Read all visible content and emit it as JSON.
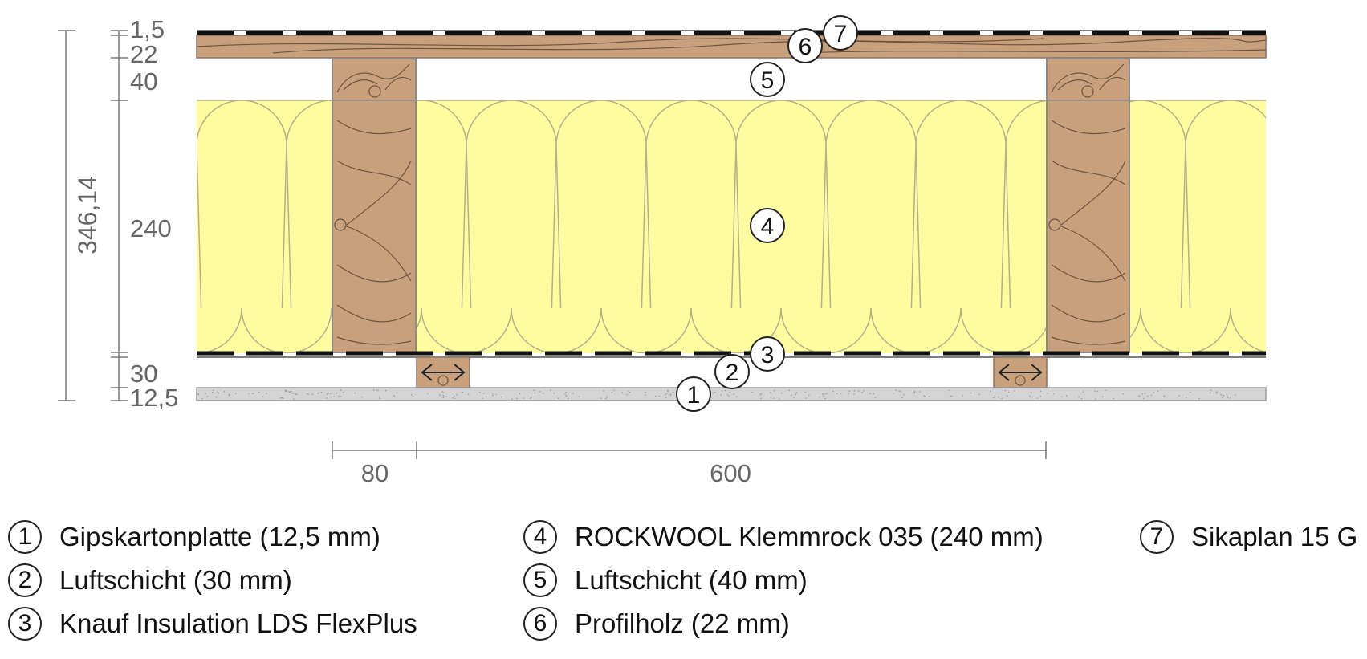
{
  "colors": {
    "insulation": "#fdfd9f",
    "wood": "#c9a07c",
    "wood_lines": "#6e5440",
    "gypsum": "#d4d4d4",
    "membrane": "#111111",
    "dimension": "#7a7a7a"
  },
  "dimensions": {
    "total": "346,14",
    "layers": [
      "1,5",
      "22",
      "40",
      "240",
      "30",
      "12,5"
    ],
    "widths": [
      "80",
      "600"
    ]
  },
  "callouts": [
    "1",
    "2",
    "3",
    "4",
    "5",
    "6",
    "7"
  ],
  "legend": [
    {
      "num": "1",
      "text": "Gipskartonplatte (12,5 mm)"
    },
    {
      "num": "2",
      "text": "Luftschicht (30 mm)"
    },
    {
      "num": "3",
      "text": "Knauf Insulation LDS FlexPlus"
    },
    {
      "num": "4",
      "text": "ROCKWOOL Klemmrock 035 (240 mm)"
    },
    {
      "num": "5",
      "text": "Luftschicht (40 mm)"
    },
    {
      "num": "6",
      "text": "Profilholz (22 mm)"
    },
    {
      "num": "7",
      "text": "Sikaplan 15 G"
    }
  ]
}
